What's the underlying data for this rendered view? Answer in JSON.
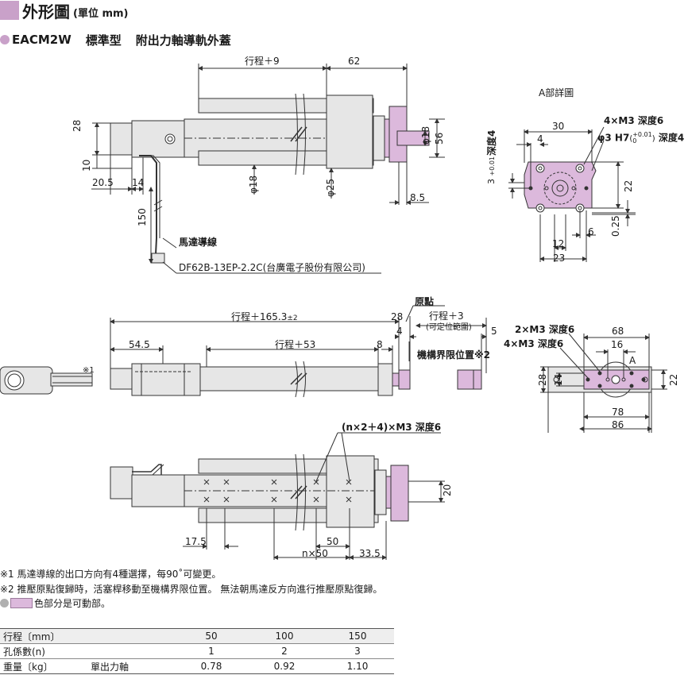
{
  "header": {
    "title": "外形圖",
    "unit": "(單位 mm)",
    "model": "EACM2W",
    "type": "標準型",
    "variant": "附出力軸導軌外蓋"
  },
  "top_view": {
    "stroke_plus_9": "行程＋9",
    "dim_62": "62",
    "dim_28": "28",
    "dim_10": "10",
    "dim_20_5": "20.5",
    "dim_14": "14",
    "dim_150": "150",
    "phi18_right": "φ18",
    "dim_56": "56",
    "phi18_bottom": "φ18",
    "phi25": "φ25",
    "dim_8_5": "8.5",
    "motor_cable": "馬達導線",
    "connector": "DF62B-13EP-2.2C(台廣電子股份有限公司)"
  },
  "detail_a": {
    "title": "A部詳圖",
    "dim_30": "30",
    "dim_4": "4",
    "holes_m3": "4×M3 深度6",
    "pin_hole": "φ3 H7",
    "tol_plus": "+0.01",
    "tol_zero": "0",
    "depth4_right": "深度4",
    "depth4_left": "深度4",
    "dim_3": "3",
    "dim_22": "22",
    "dim_6": "6",
    "dim_0_25": "0.25",
    "dim_12": "12",
    "dim_23": "23"
  },
  "side_view": {
    "stroke_plus_165": "行程＋165.3",
    "tol_pm2": "±2",
    "dim_28": "28",
    "origin": "原點",
    "stroke_plus_3": "行程＋3",
    "adjustable": "(可定位範圍)",
    "dim_4": "4",
    "dim_5": "5",
    "dim_54_5": "54.5",
    "stroke_plus_53": "行程＋53",
    "dim_8": "8",
    "mech_limit": "機構界限位置※2",
    "note_mark": "※1"
  },
  "end_view": {
    "holes_2": "2×M3 深度6",
    "holes_4": "4×M3 深度6",
    "dim_68": "68",
    "dim_16": "16",
    "label_a": "A",
    "dim_28": "28",
    "dim_14": "14",
    "dim_22": "22",
    "dim_78": "78",
    "dim_86": "86"
  },
  "bottom_view": {
    "holes_n": "(n×2＋4)×M3 深度6",
    "dim_20": "20",
    "dim_17_5": "17.5",
    "dim_50": "50",
    "n_50": "n×50",
    "dim_33_5": "33.5"
  },
  "notes": [
    "※1 馬達導線的出口方向有4種選擇，每90˚可變更。",
    "※2 推壓原點復歸時，活塞桿移動至機構界限位置。 無法朝馬達反方向進行推壓原點復歸。"
  ],
  "legend_text": "色部分是可動部。",
  "spec_table": {
    "headers": [
      "行程〔mm〕",
      "50",
      "100",
      "150"
    ],
    "rows": [
      {
        "label": "孔係數(n)",
        "sub": "",
        "values": [
          "1",
          "2",
          "3"
        ]
      },
      {
        "label": "重量〔kg〕",
        "sub": "單出力軸",
        "values": [
          "0.78",
          "0.92",
          "1.10"
        ]
      }
    ]
  },
  "colors": {
    "movable": "#dcb9dc",
    "accent": "#c9a1c9",
    "body": "#e6e6e6",
    "line": "#333333"
  }
}
